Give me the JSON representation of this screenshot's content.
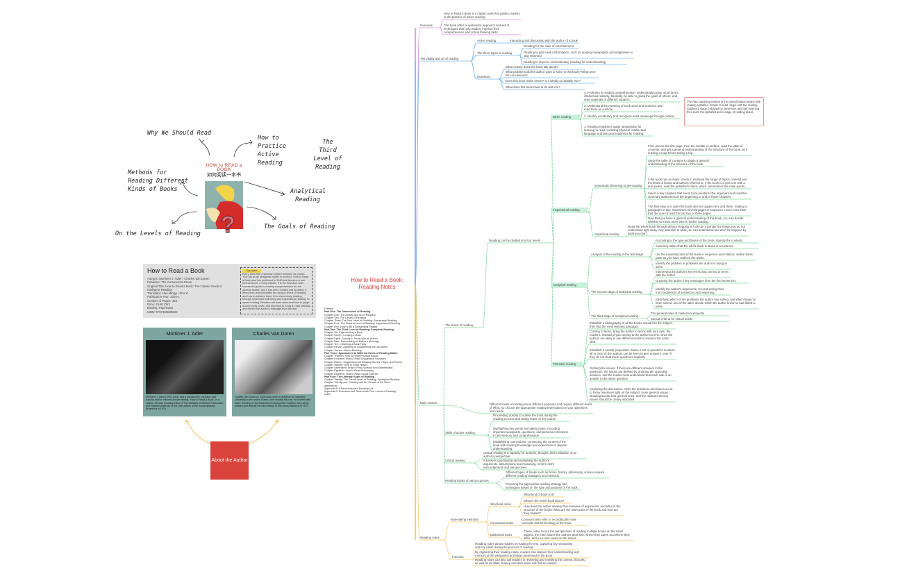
{
  "root_title": "How to Read a Book: Reading Notes",
  "colors": {
    "overview": "#d58ce6",
    "vitality": "#7ab8f0",
    "main": "#7fd6a0",
    "notes": "#f5c15a",
    "accent": "#d9433b"
  },
  "hand_labels": {
    "why": "Why We Should Read",
    "practice": "How to Practice Active Reading",
    "third": "The Third Level of Reading",
    "methods": "Methods for Reading Different Kinds of Books",
    "analytical": "Analytical Reading",
    "levels": "On the Levels of Reading",
    "goals": "The Goals of Reading"
  },
  "cover": {
    "en_title": "HOW to READ a BOOK",
    "cn_title": "如何阅读一本书",
    "icon": "question-mark"
  },
  "book_card": {
    "title": "How to Read a Book",
    "facts": [
      "Authors: Mortimer J. Adler / Charles Van Doren",
      "Publisher: The Commercial Press",
      "Original Title: How to Read a Book: The Classic Guide to",
      "Intelligent Reading",
      "Translator: Hao Mingyi / Zhu Yi",
      "Publication Year: 2004-1",
      "Number of Pages: 429",
      "Price: 29.80 CNY",
      "Binding: Paperback",
      "ISBN: 9787100039620"
    ],
    "synopsis_label": "Synopsis",
    "synopsis": "Every book has a skeleton hidden between its covers. Your job as an analytical reader is to find it. How to Read a Book was first published in 1940 and became a rare phenomenon, a living classic. It is the best and most successful guide to reading comprehension for the general reader, and it has been revised and updated. It introduces and elucidates the various levels of reading and how to achieve them, from elementary reading through systematic skimming and inspectional reading, to speed reading. Readers will learn when and how to judge a book by its cover, and also how to X-ray it, read critically and extract the author's message from the text."
  },
  "authors": [
    {
      "name": "Mortimer J. Adler",
      "bio": "Mortimer J. Adler (1902-2001) was a philosopher, educator, and popular author. His best-known writing, \"How to Read a Book\", is a classic. He was founding editor of The Classics of Western Civilization and editorial chairman of the 15th edition of the Encyclopaedia Britannica in 1974."
    },
    {
      "name": "Charles Van Doren",
      "bio": "Charles Van Doren (b. 1926) was once a professor at Columbia University in the United States. After leaving his post, he worked with Adler, working on the Britannica Encyclopedia. Together they jointly revised and rewrote the third edition of this book published in 1972."
    }
  ],
  "about_author": "About the Author",
  "chapters": [
    "Preface",
    "Part One: The Dimensions of Reading",
    "Chapter One: The Activity and Art of Reading",
    "Chapter Two: The Levels of Reading",
    "Chapter Three: The First Level of Reading: Elementary Reading",
    "Chapter Four: The Second Level of Reading: Inspectional Reading",
    "Chapter Five: How to Be a Demanding Reader",
    "Part Two: The Third Level of Reading: Analytical Reading",
    "Chapter Six: Pigeonholing a Book",
    "Chapter Seven: X-raying a Book",
    "Chapter Eight: Coming to Terms with an Author",
    "Chapter Nine: Determining an Author's Message",
    "Chapter Ten: Criticizing a Book Fairly",
    "Chapter Eleven: Agreeing or Disagreeing with an Author",
    "Chapter Twelve: Aids to Reading",
    "Part Three: Approaches to Different Kinds of Reading Matter",
    "Chapter Thirteen: How to Read Practical Books",
    "Chapter Fourteen: How to Read Imaginative Literature",
    "Chapter Fifteen: Suggestions for Reading Stories, Plays, and Poems",
    "Chapter Sixteen: How to Read History",
    "Chapter Seventeen: How to Read Science and Mathematics",
    "Chapter Eighteen: How to Read Philosophy",
    "Chapter Nineteen: How to Read Social Science",
    "Part Four: The Ultimate Goals of Reading",
    "Chapter Twenty: The Fourth Level of Reading: Syntopical Reading",
    "Chapter Twenty-one: Reading and the Growth of the Mind",
    "appendices",
    "Appendix A: A Recommended Reading List",
    "Appendix B: Exercises and Tests at the Four Levels of Reading",
    "Index"
  ],
  "red_note": "The ABC teaching method in the United States begins with reading syllables. Simple to read: begin with the reading readiness stage, followed by sentences and then learning, then learn the alphabet and a stage of reading aloud.",
  "nodes": {
    "ov": "Overview",
    "ov1": "How to Read a Book is a classic work that guides readers in the practice of active reading.",
    "ov2": "The book offers a systematic approach and set of techniques that help readers improve their comprehension and critical thinking skills.",
    "vt": "The vitality and art of reading",
    "vt1": "Active reading",
    "vt1a": "Interacting and discussing with the author of a book",
    "vt2": "The three types of reading",
    "vt2a": "Reading for the sake of entertainment",
    "vt2b": "Reading to gain useful information, such as reading newspapers and magazines to stay informed",
    "vt2c": "Reading to improve understanding (reading for understanding)",
    "vt3": "Questions",
    "vt3a": "What exactly does this book talk about?",
    "vt3b": "What problems did the author want to solve in this book? What were his conclusions?",
    "vt3c": "Does this book make sense? Is it wholly or partially true?",
    "vt3d": "What does this book have to do with me?",
    "mc": "Main content",
    "lv": "The levels of reading",
    "lv1": "Reading can be divided into four levels",
    "b": "Basic reading",
    "b1": "4. Proficient in reading comprehension: understanding play, word forms, intellectual maturity, flexibility, be able to grasp the goals of others, and read materials of different subjects.",
    "b2": "3. Understand the meaning of each word and sentence and read them as a whole.",
    "b3": "2. Identify vocabulary and recognize word meanings through context.",
    "b4": "1. Reading readiness stage: preparation for learning to read, including physical, intellectual, language and personal readiness for reading.",
    "ins": "Inspectional reading",
    "ins1": "Systematic skimming or pre-reading",
    "ins1a": "First, peruse the title page, then the subtitle or preface, read the table of contents, and get a general understanding of the structure of the book, as if reading a map before taking a trip.",
    "ins1b": "Study the table of contents to obtain a general understanding of the structure of the book.",
    "ins1c": "If the book has an index, check it: estimate the range of topics covered and the kinds of books and authors referred to. If the book is a new one with a dust jacket, read the publisher's blurb, which summarizes the main points.",
    "ins1d": "Select a few chapters that seem to be pivotal to the argument and read the summary statements at the beginning or end of those chapters.",
    "ins1e": "The final step is to open the book and turn pages here and there, reading a paragraph or two, sometimes several pages in sequence, never more than that. Be sure to read the last two or three pages.",
    "ins1f": "Now that you have a general understanding of this book, you can decide whether to invest more time in further reading.",
    "ins2": "Superficial reading",
    "ins2a": "Read the whole book through without stopping to look up or ponder the things you do not understand right away. Pay attention to what you can understand and don't be stopped by what you can't.",
    "an": "Analytical reading",
    "an1": "Analysis of the reading in the first stage",
    "an1a": "According to the type and theme of the book, classify the contents.",
    "an1b": "Concisely state what the whole book is about in a sentence.",
    "an1c": "List the essential parts of the book in sequence and relation; outline these parts as you have outlined the whole.",
    "an1d": "Identify the problem or problems the author is trying to solve.",
    "an2": "The second stage of analytical reading",
    "an2a": "Interpreting the author's key terms and coming to terms with the author.",
    "an2b": "Grasping the author's key messages from the find sentences.",
    "an2c": "Identify the author's arguments, reconstructing them from sequences of sentences and reasoning.",
    "an2d": "Identifying which of the problems the author has solved, and which have not been solved, and of the latter decide which the author knew he had failed to solve.",
    "an3": "The third stage of analytical reading",
    "an3a": "The general rules of intellectual etiquette",
    "an3b": "Special criteria for critical points",
    "th": "Thematic reading",
    "th1": "Establish a bibliography of all the books relevant to the subject, then find the most relevant passages.",
    "th2": "Coming to terms: bring the author to terms with your own, the reader's, instead of you coming to the author's terms, since the authors are likely to use different words to express the same idea.",
    "th3": "Establish a neutral proposition: frame a set of questions to which all or most of the authors can be seen to give answers, even if they do not treat those questions explicitly.",
    "th4": "Defining the issues: if there are different answers to the questions, the issues are defined by ordering the opposing answers, and the reader must understand that each side is an answer to the same question.",
    "th5": "Analyzing the discussion: order the questions and issues so as to throw maximum light on the subject; more general issues should precede less general ones, and the relations among issues should be clearly indicated.",
    "mcd": "Different levels of reading serve different purposes and require different levels of effort, so choose the appropriate reading level based on your objectives and needs.",
    "sk": "Skills of active reading",
    "sk1": "Proceeding quickly to outline the book during the reading process and taking notes on key points.",
    "sk2": "Highlighting key points and taking notes, recording important viewpoints, questions, and personal reflections to aid memory and comprehension.",
    "sk3": "Establishing connections: connecting the content of the book with existing knowledge and experience to deepen understanding.",
    "cr": "Critical reading",
    "cr1": "Critical reading is a capacity for analysis, thought, and evaluation of an author's perspective.",
    "cr2": "It involves questioning and evaluating the author's arguments, assumptions and reasoning, to form one's own judgments and perspectives.",
    "rg": "Reading books of various genres",
    "rg1": "Different types of books such as fiction, history, philosophy, science require different reading strategies and methods.",
    "rg2": "Choosing the appropriate reading strategy and techniques based on the type and purpose of the book.",
    "rn": "Reading notes",
    "nt": "Note-taking methods",
    "st": "Structural notes",
    "st1": "What kind of book is it?",
    "st2": "What is the entire book about?",
    "st3": "How does the author develop this overview of arguments, and what is the structure of the book? What are the main parts of the book and how are they related?",
    "cn": "Conceptual notes",
    "cn1": "Concept notes refer to recording the main concepts and terminology of the book.",
    "dl": "Dialectical notes",
    "dl1": "These notes record the perspectives of reading multiple books on the same subject: the main issues the authors deal with, where they agree and where they differ, and your own views on the issues.",
    "fn": "Function",
    "fn1": "Reading notes assist readers in reading the text, capturing key viewpoints and key ideas during the process of reading.",
    "fn2": "By organizing their reading notes, readers can deepen their understanding and memory of the viewpoints and ideas presented in the book.",
    "fn3": "Reading notes can also aid readers in reviewing and revisiting the content of books, as well as facilitate sharing and discussion with fellow readers."
  }
}
